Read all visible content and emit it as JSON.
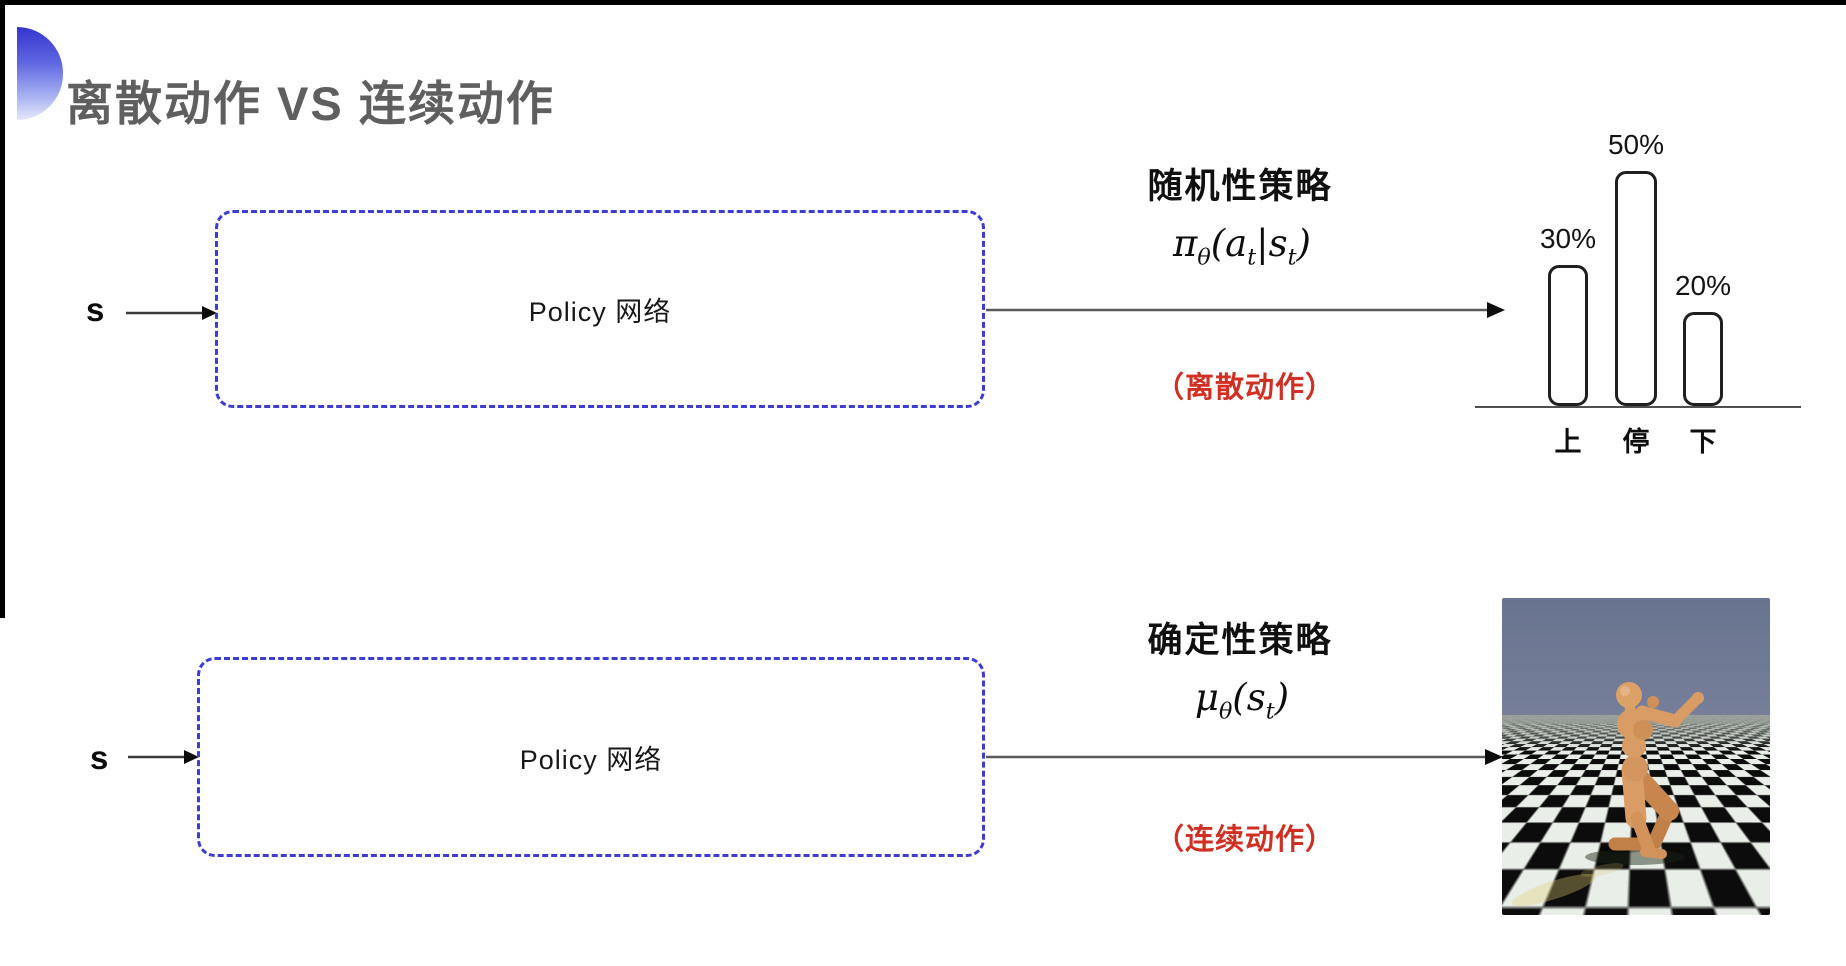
{
  "colors": {
    "accent_blue": "#3d3dd1",
    "note_red": "#d02f23",
    "title_gray": "#5f5f5f",
    "humanoid_body": "#d89c64",
    "floor_dark": "#0c0c0c",
    "floor_light": "#e9eee8"
  },
  "header": {
    "title": "离散动作 VS 连续动作"
  },
  "stochastic": {
    "input_label": "s",
    "box_label": "Policy 网络",
    "policy_name": "随机性策略",
    "formula": {
      "sym": "π",
      "sym_sub": "θ",
      "open": "(",
      "arg1": "a",
      "arg1_sub": "t",
      "bar": "|",
      "arg2": "s",
      "arg2_sub": "t",
      "close": ")"
    },
    "note": "（离散动作）"
  },
  "deterministic": {
    "input_label": "s",
    "box_label": "Policy 网络",
    "policy_name": "确定性策略",
    "formula": {
      "sym": "μ",
      "sym_sub": "θ",
      "open": "(",
      "arg1": "s",
      "arg1_sub": "t",
      "close": ")"
    },
    "note": "（连续动作）"
  },
  "chart_data": {
    "type": "bar",
    "categories": [
      "上",
      "停",
      "下"
    ],
    "values": [
      30,
      50,
      20
    ],
    "value_labels": [
      "30%",
      "50%",
      "20%"
    ],
    "title": "",
    "xlabel": "",
    "ylabel": "",
    "ylim": [
      0,
      50
    ],
    "grid": false,
    "legend": false,
    "bar_style": "outlined-rounded",
    "axis": "baseline-only"
  }
}
